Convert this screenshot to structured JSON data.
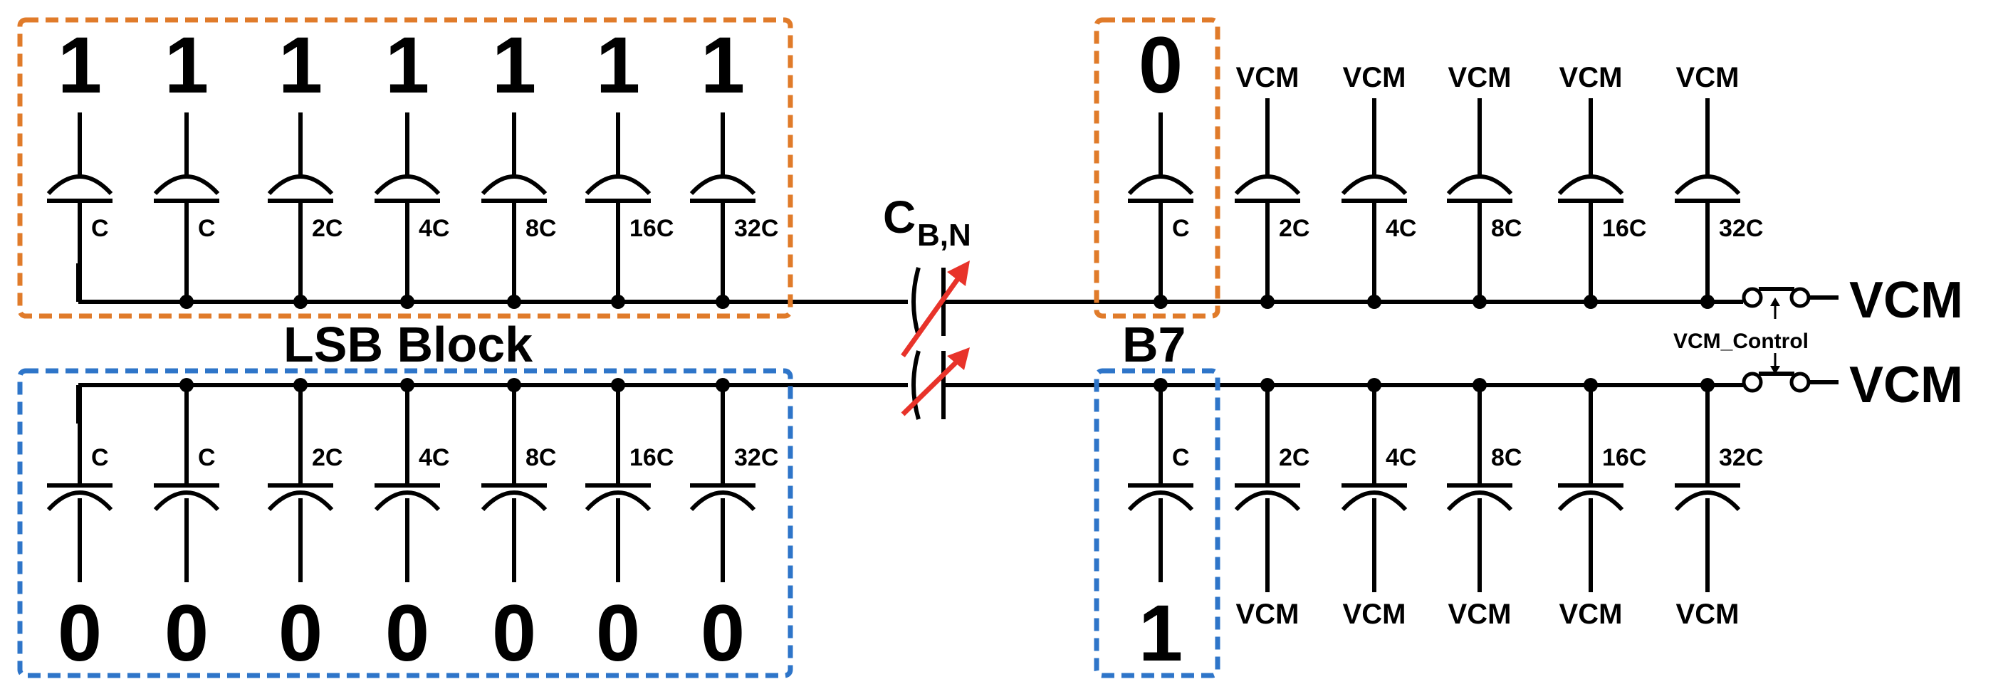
{
  "top_array": {
    "lsb_bits": [
      "1",
      "1",
      "1",
      "1",
      "1",
      "1",
      "1"
    ],
    "lsb_caps": [
      "C",
      "C",
      "2C",
      "4C",
      "8C",
      "16C",
      "32C"
    ],
    "msb_bit": "0",
    "msb_cap": "C",
    "vcm_caps": [
      "2C",
      "4C",
      "8C",
      "16C",
      "32C"
    ],
    "vcm_labels": [
      "VCM",
      "VCM",
      "VCM",
      "VCM",
      "VCM"
    ],
    "output": "VCM"
  },
  "bottom_array": {
    "lsb_bits": [
      "0",
      "0",
      "0",
      "0",
      "0",
      "0",
      "0"
    ],
    "lsb_caps": [
      "C",
      "C",
      "2C",
      "4C",
      "8C",
      "16C",
      "32C"
    ],
    "msb_bit": "1",
    "msb_cap": "C",
    "vcm_caps": [
      "2C",
      "4C",
      "8C",
      "16C",
      "32C"
    ],
    "vcm_labels": [
      "VCM",
      "VCM",
      "VCM",
      "VCM",
      "VCM"
    ],
    "output": "VCM"
  },
  "labels": {
    "lsb_block": "LSB Block",
    "b7": "B7",
    "bridge_cap_main": "C",
    "bridge_cap_sub": "B,N",
    "vcm_control": "VCM_Control"
  },
  "colors": {
    "lsb_box_top": "#e07b2a",
    "lsb_box_bottom": "#2e75c9",
    "variable_arrow": "#e8332a"
  }
}
